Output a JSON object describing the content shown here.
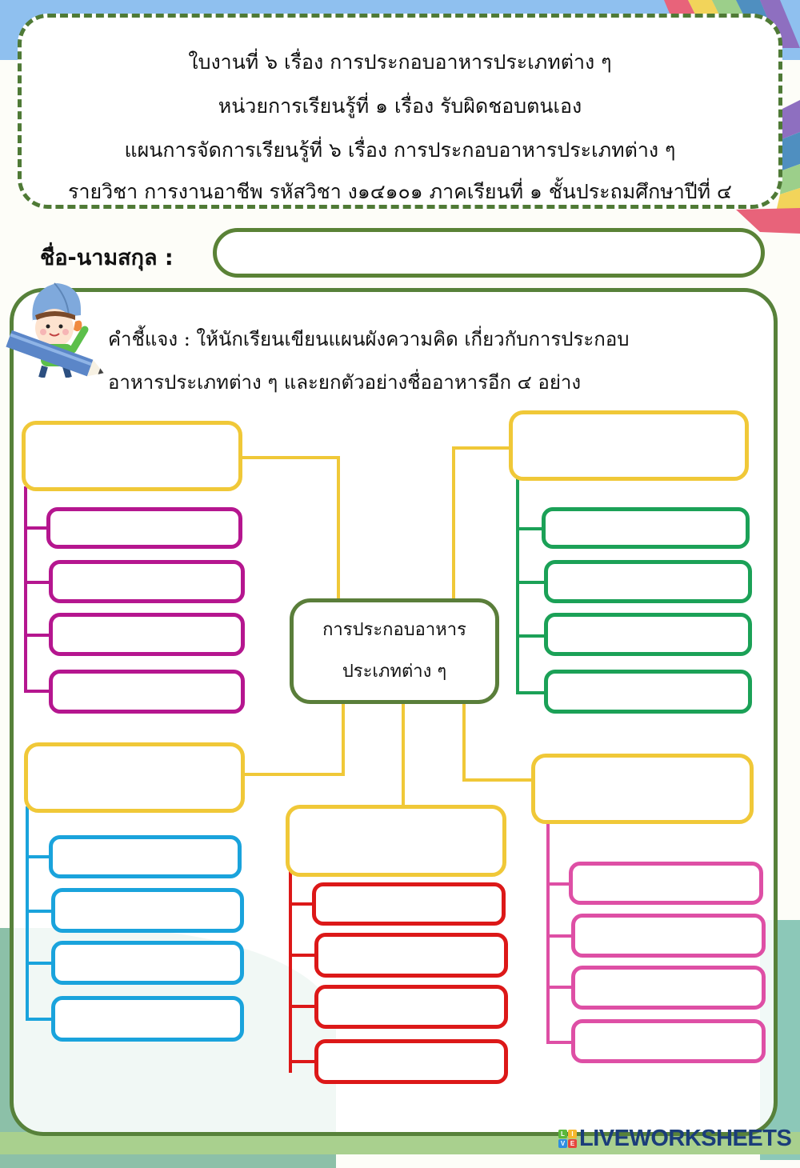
{
  "header": {
    "lines": [
      "ใบงานที่ ๖ เรื่อง การประกอบอาหารประเภทต่าง ๆ",
      "หน่วยการเรียนรู้ที่ ๑ เรื่อง รับผิดชอบตนเอง",
      "แผนการจัดการเรียนรู้ที่ ๖ เรื่อง การประกอบอาหารประเภทต่าง ๆ",
      "รายวิชา การงานอาชีพ รหัสวิชา ง๑๔๑๐๑ ภาคเรียนที่ ๑ ชั้นประถมศึกษาปีที่ ๔"
    ]
  },
  "name_field": {
    "label": "ชื่อ-นามสกุล :",
    "value": "",
    "placeholder": ""
  },
  "instructions": {
    "line1": "คำชี้แจง  : ให้นักเรียนเขียนแผนผังความคิด เกี่ยวกับการประกอบ",
    "line2": "อาหารประเภทต่าง ๆ และยกตัวอย่างชื่ออาหารอีก ๔ อย่าง"
  },
  "mind_map": {
    "center": {
      "line1": "การประกอบอาหาร",
      "line2": "ประเภทต่าง ๆ"
    },
    "branches": [
      {
        "position": "top-left",
        "category_value": "",
        "color": "#b5168f",
        "items": [
          "",
          "",
          "",
          ""
        ]
      },
      {
        "position": "top-right",
        "category_value": "",
        "color": "#1ba157",
        "items": [
          "",
          "",
          "",
          ""
        ]
      },
      {
        "position": "bottom-left",
        "category_value": "",
        "color": "#1aa3dc",
        "items": [
          "",
          "",
          "",
          ""
        ]
      },
      {
        "position": "bottom-center",
        "category_value": "",
        "color": "#dc1818",
        "items": [
          "",
          "",
          "",
          ""
        ]
      },
      {
        "position": "bottom-right",
        "category_value": "",
        "color": "#de4fa5",
        "items": [
          "",
          "",
          "",
          ""
        ]
      }
    ],
    "category_border_color": "#f0c838",
    "center_border_color": "#5a7e3a"
  },
  "branding": {
    "logo_text": "LIVEWORKSHEETS",
    "logo_tiles": [
      "L",
      "I",
      "V",
      "E"
    ]
  },
  "colors": {
    "frame_green": "#57813a",
    "sky_blue": "#8fc0ef"
  }
}
